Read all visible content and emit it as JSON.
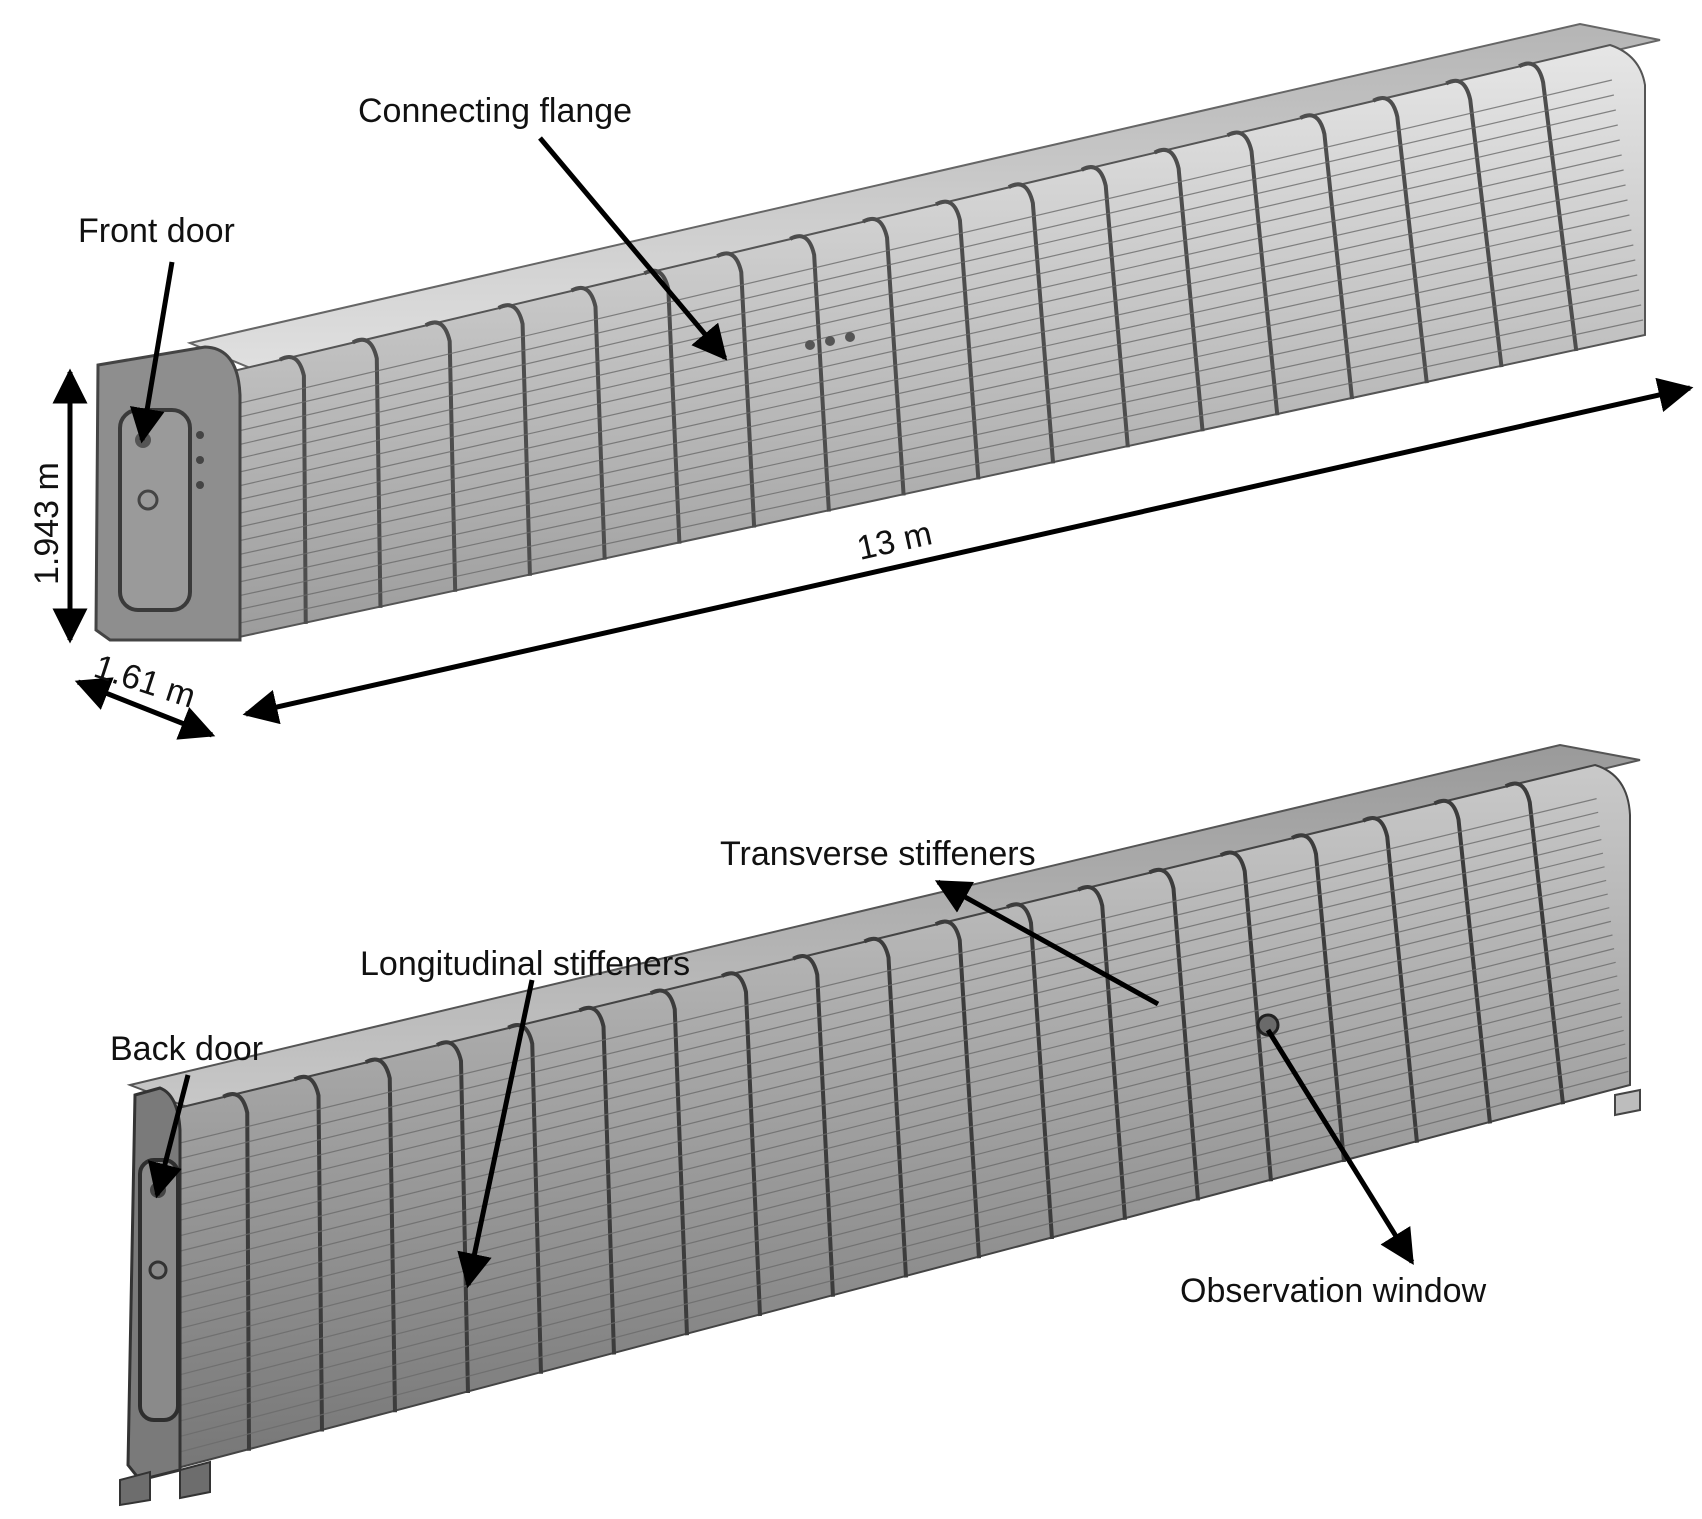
{
  "figure": {
    "top_view": {
      "front_door_label": "Front door",
      "connecting_flange_label": "Connecting flange",
      "height_label": "1.943 m",
      "width_label": "1.61 m",
      "length_label": "13 m"
    },
    "bottom_view": {
      "back_door_label": "Back door",
      "longitudinal_stiffeners_label": "Longitudinal stiffeners",
      "transverse_stiffeners_label": "Transverse stiffeners",
      "observation_window_label": "Observation window"
    }
  },
  "colors": {
    "background": "#ffffff",
    "body_light": "#dcdcdc",
    "body_mid": "#a9a9a9",
    "body_dark": "#5a5a5a",
    "end_face": "#8f8f8f",
    "arrow": "#000000"
  }
}
